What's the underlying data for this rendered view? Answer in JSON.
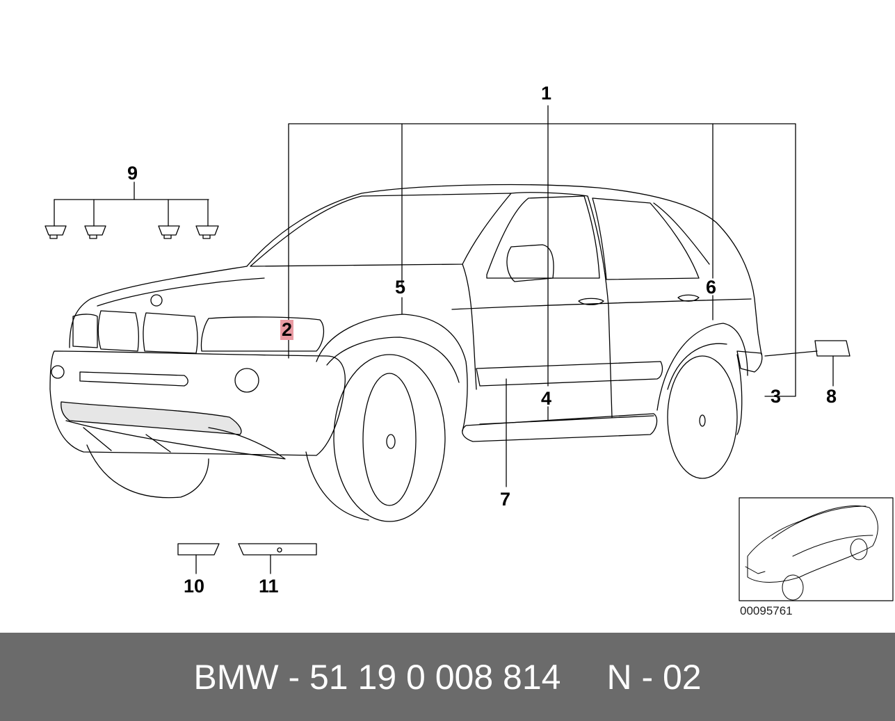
{
  "diagram": {
    "callouts": {
      "c1": "1",
      "c2": "2",
      "c3": "3",
      "c4": "4",
      "c5": "5",
      "c6": "6",
      "c7": "7",
      "c8": "8",
      "c9": "9",
      "c10": "10",
      "c11": "11"
    },
    "highlighted_callout": "2",
    "reference_number": "00095761"
  },
  "footer": {
    "brand": "BMW",
    "separator": " - ",
    "part_number": "51 19 0 008 814",
    "position_label": "N - 02",
    "background_color": "#6b6b6b",
    "text_color": "#ffffff"
  },
  "colors": {
    "highlight": "#e89aa2",
    "line": "#000000"
  }
}
